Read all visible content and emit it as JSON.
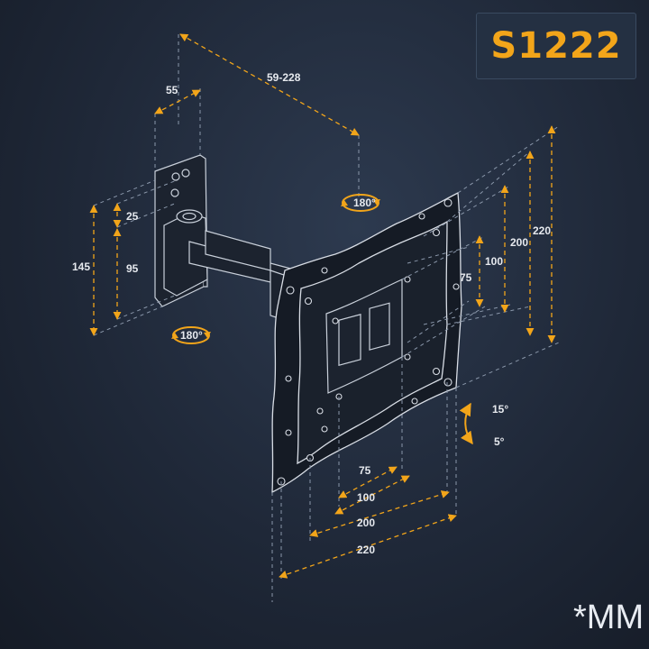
{
  "product": {
    "model": "S1222"
  },
  "unit_label": "*MM",
  "dimensions": {
    "wall_width": "55",
    "arm_extension": "59-228",
    "swivel_top": "180°",
    "swivel_bottom": "180°",
    "height_145": "145",
    "height_95": "95",
    "height_25": "25",
    "vesa_v_75": "75",
    "vesa_v_100": "100",
    "vesa_v_200": "200",
    "vesa_v_220": "220",
    "vesa_h_75": "75",
    "vesa_h_100": "100",
    "vesa_h_200": "200",
    "vesa_h_220": "220",
    "tilt_up": "15°",
    "tilt_down": "5°"
  },
  "colors": {
    "accent": "#f2a51a",
    "background": "#1f2838",
    "text": "#e6e9ee"
  }
}
